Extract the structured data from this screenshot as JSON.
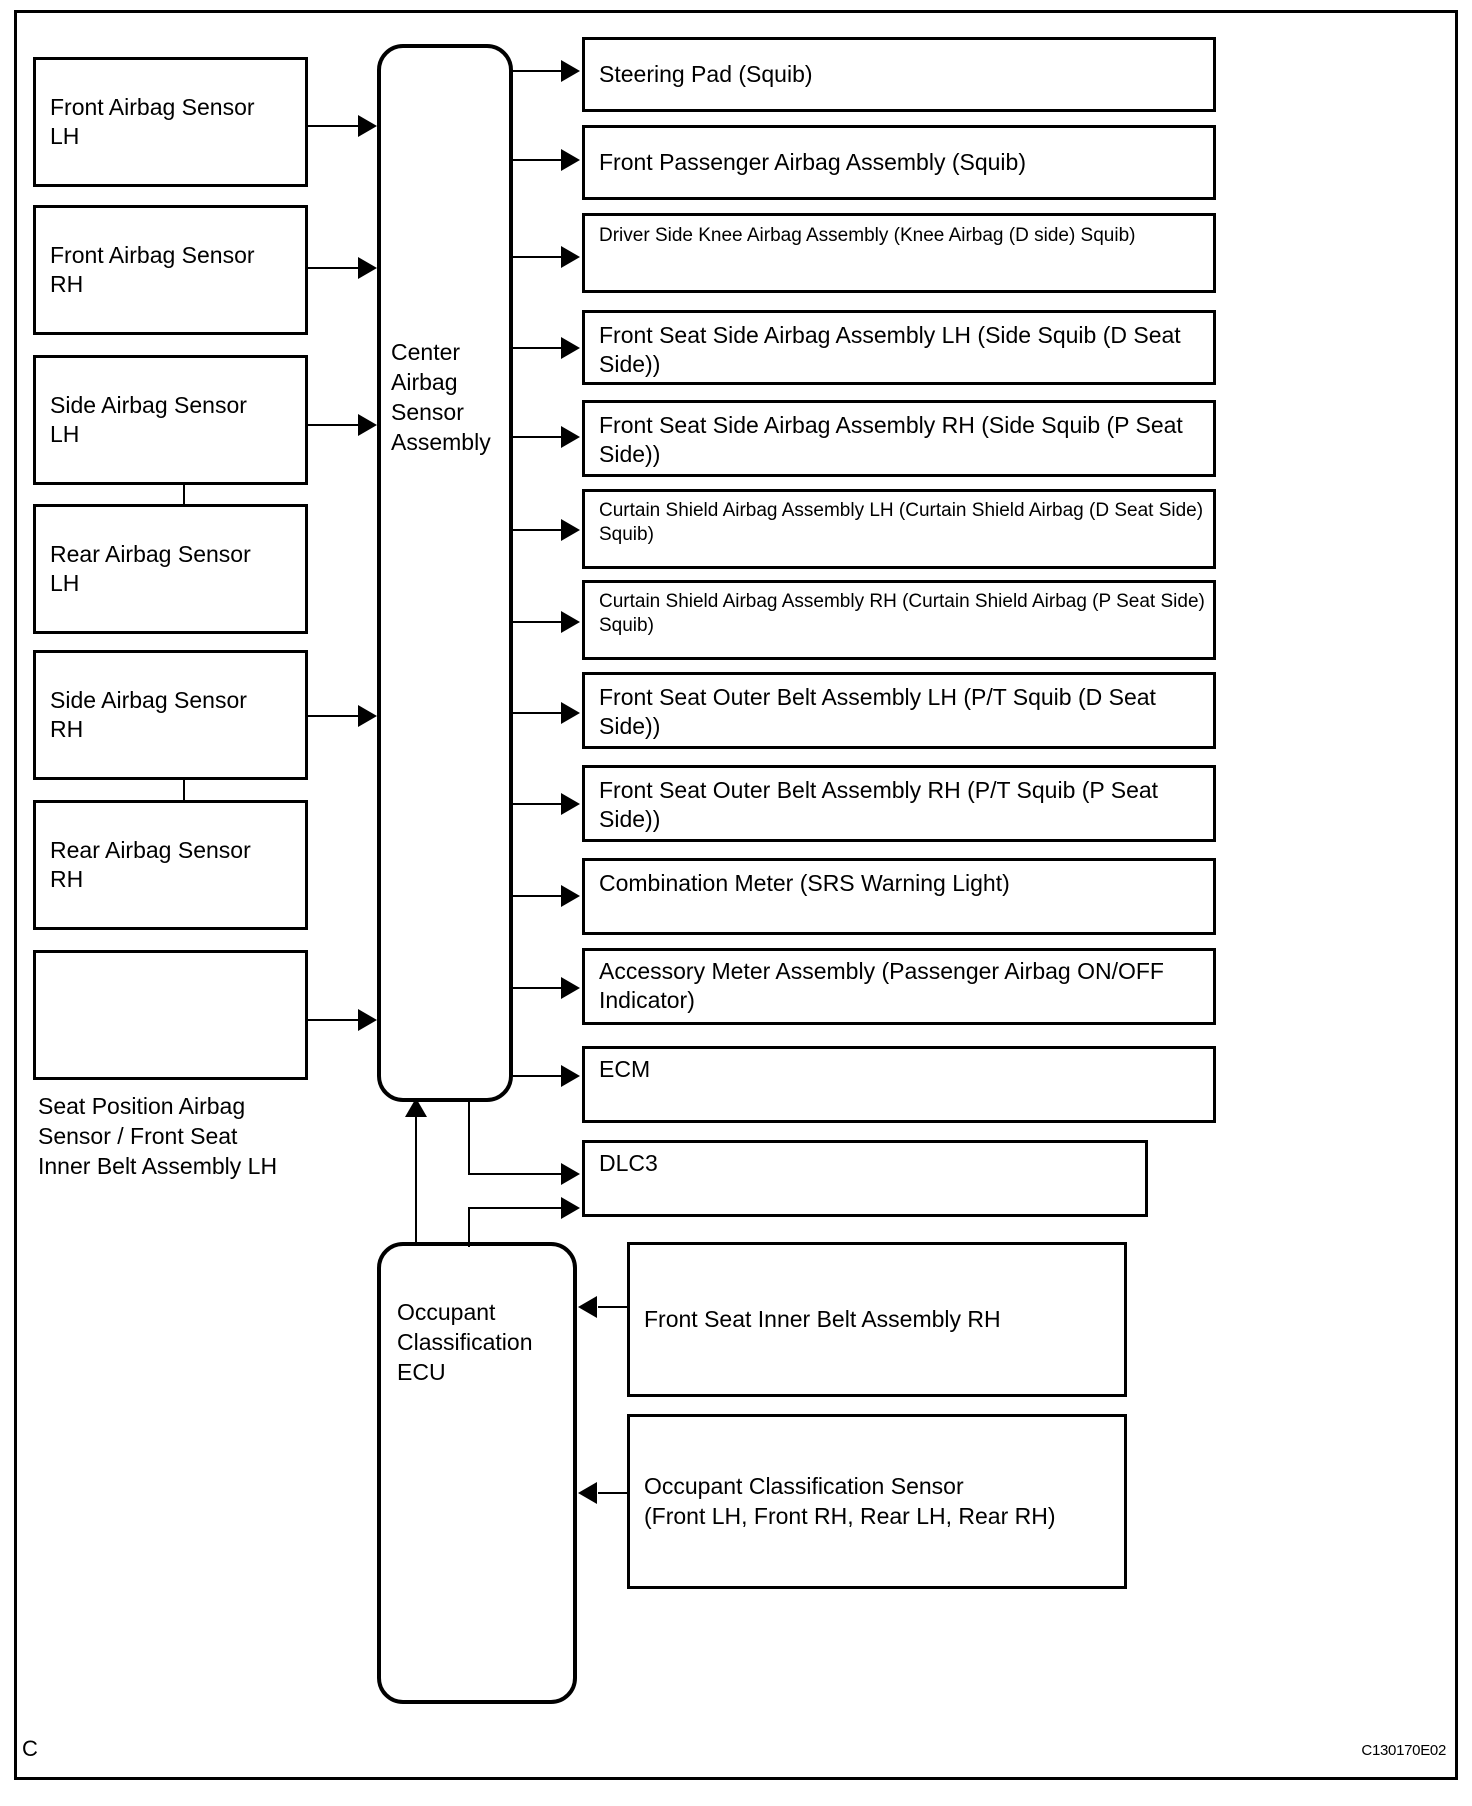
{
  "diagram": {
    "corner_letter": "C",
    "figure_code": "C130170E02",
    "central_unit": "Center\nAirbag\nSensor\nAssembly",
    "secondary_unit": "Occupant\nClassification\nECU",
    "seat_position_caption": "Seat Position Airbag\nSensor / Front Seat\nInner Belt Assembly LH",
    "inputs": [
      {
        "label": "Front Airbag Sensor\nLH"
      },
      {
        "label": "Front Airbag Sensor\nRH"
      },
      {
        "label": "Side Airbag Sensor\nLH"
      },
      {
        "label": "Rear Airbag Sensor\nLH"
      },
      {
        "label": "Side Airbag Sensor\nRH"
      },
      {
        "label": "Rear Airbag Sensor\nRH"
      },
      {
        "label": ""
      }
    ],
    "outputs": [
      {
        "label": "Steering Pad (Squib)"
      },
      {
        "label": "Front Passenger Airbag Assembly (Squib)"
      },
      {
        "label": "Driver Side Knee Airbag Assembly (Knee Airbag (D side) Squib)"
      },
      {
        "label": "Front Seat Side Airbag Assembly LH (Side Squib (D Seat Side))"
      },
      {
        "label": "Front Seat Side Airbag Assembly RH (Side Squib (P Seat Side))"
      },
      {
        "label": "Curtain Shield Airbag Assembly LH (Curtain Shield Airbag (D Seat Side)\nSquib)"
      },
      {
        "label": "Curtain Shield Airbag Assembly RH (Curtain Shield Airbag (P Seat Side)\nSquib)"
      },
      {
        "label": "Front Seat Outer Belt Assembly LH (P/T Squib (D Seat Side))"
      },
      {
        "label": "Front Seat Outer Belt Assembly RH (P/T Squib (P Seat Side))"
      },
      {
        "label": "Combination Meter (SRS Warning Light)"
      },
      {
        "label": "Accessory Meter Assembly (Passenger Airbag ON/OFF\nIndicator)"
      },
      {
        "label": "ECM"
      },
      {
        "label": "DLC3"
      }
    ],
    "occupant_inputs": [
      {
        "label": "Front Seat Inner Belt Assembly RH"
      },
      {
        "label": "Occupant Classification Sensor\n(Front LH, Front RH, Rear LH, Rear RH)"
      }
    ]
  }
}
